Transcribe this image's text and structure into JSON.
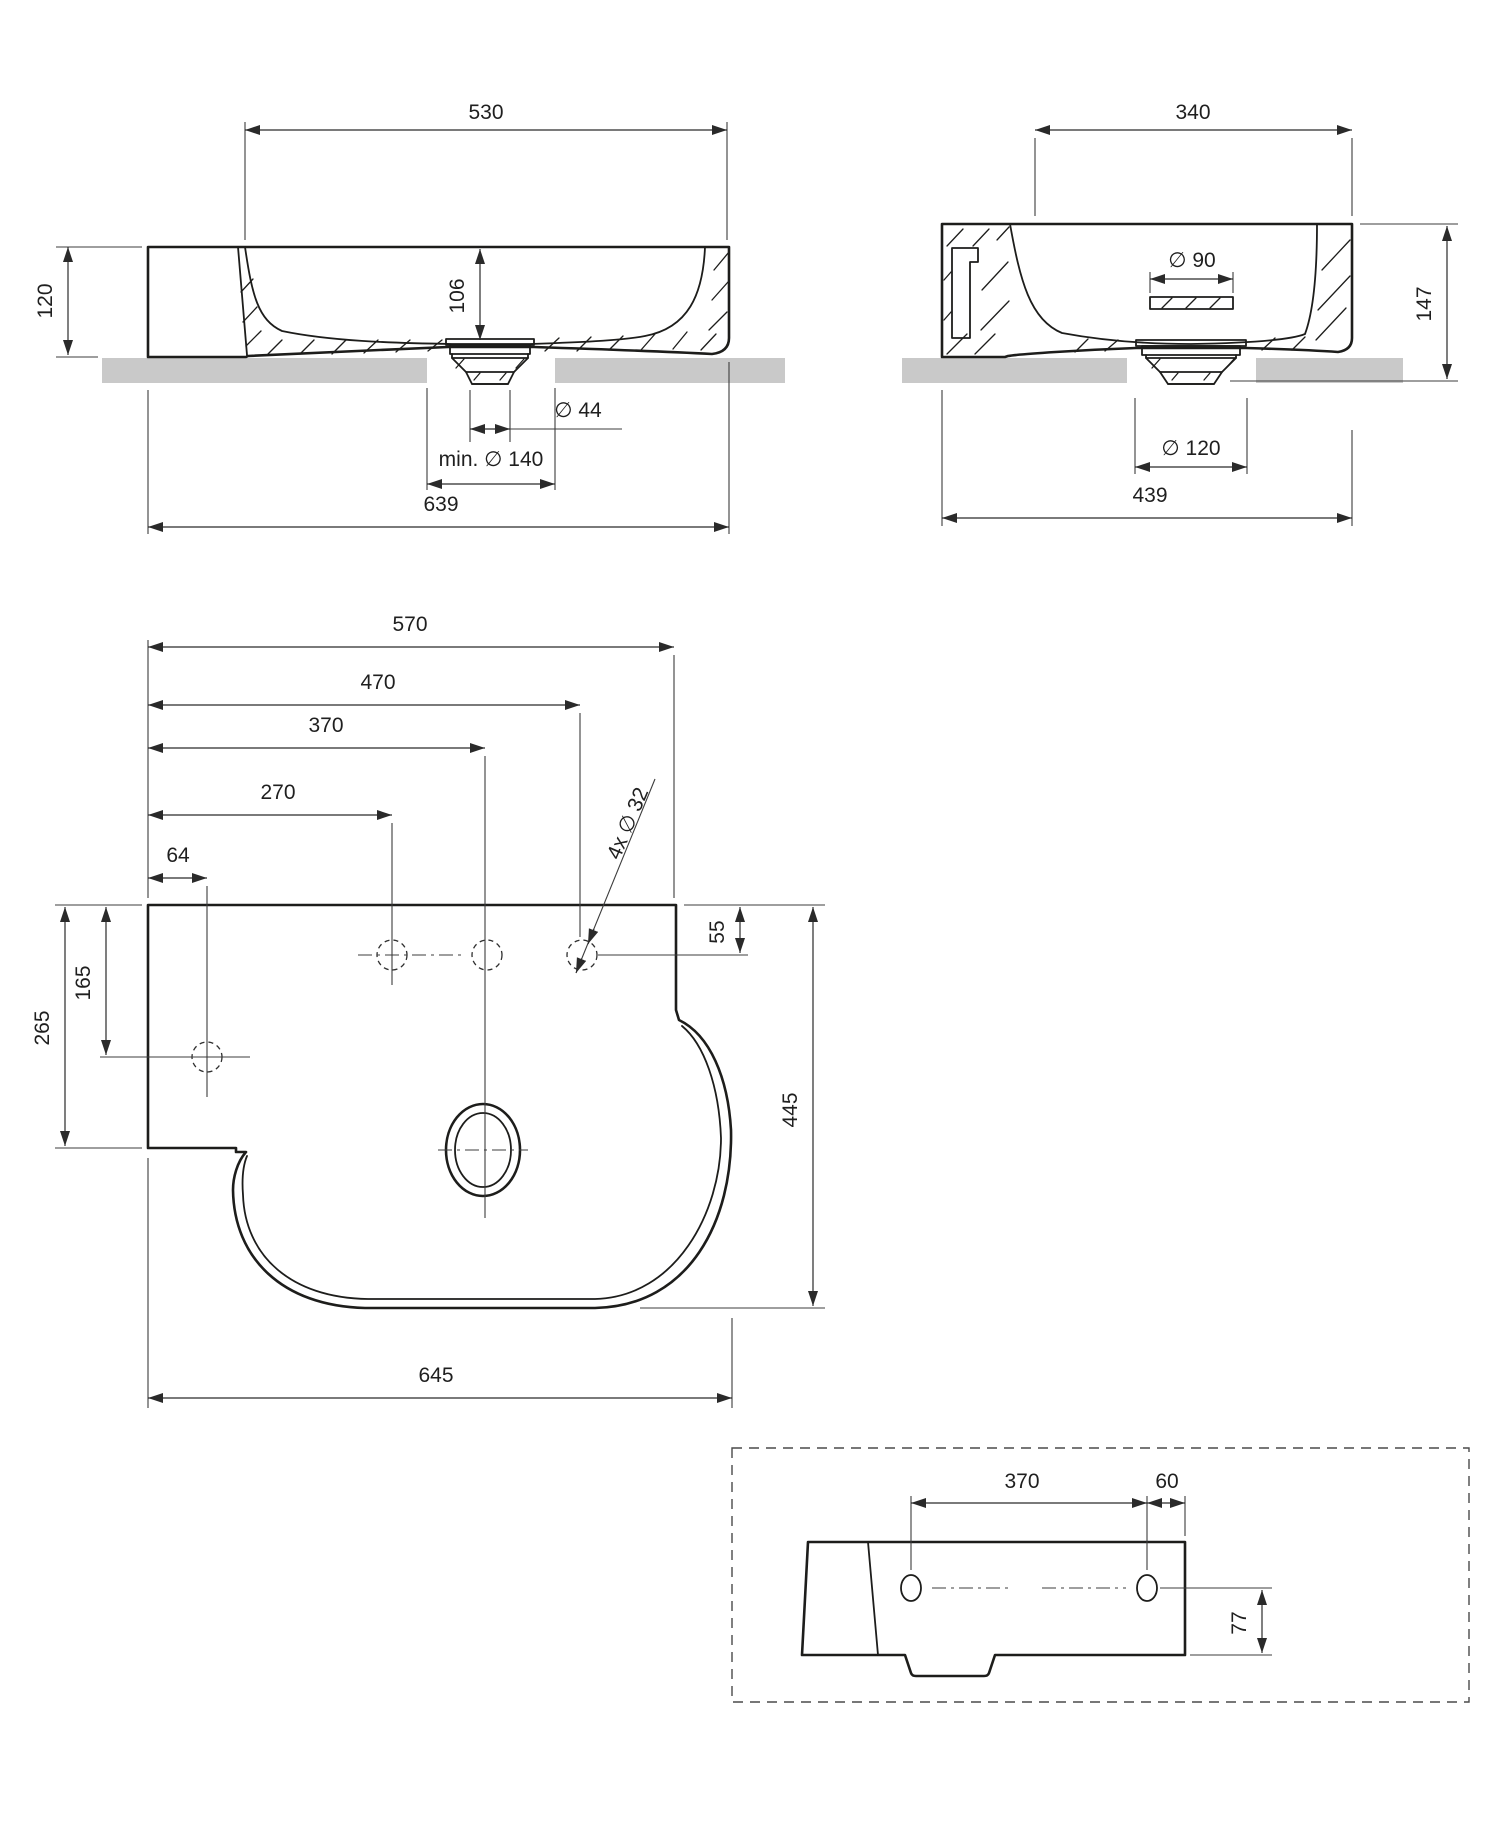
{
  "front": {
    "d530": "530",
    "d120": "120",
    "d106": "106",
    "d44": "∅ 44",
    "d140": "min. ∅ 140",
    "d639": "639"
  },
  "side": {
    "d340": "340",
    "d90": "∅ 90",
    "d147": "147",
    "d120": "∅ 120",
    "d439": "439"
  },
  "plan": {
    "d570": "570",
    "d470": "470",
    "d370": "370",
    "d270": "270",
    "d64": "64",
    "d32": "4x ∅ 32",
    "d55": "55",
    "d165": "165",
    "d265": "265",
    "d445": "445",
    "d645": "645"
  },
  "rear": {
    "d370": "370",
    "d60": "60",
    "d77": "77"
  },
  "colors": {
    "line": "#1d1d1b",
    "dim": "#2a2a2a",
    "countertop": "#c9c9c9",
    "background": "#ffffff"
  }
}
